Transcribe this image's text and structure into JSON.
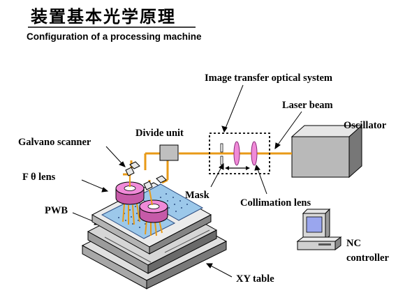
{
  "title_cjk": "装置基本光学原理",
  "subtitle": "Configuration of a processing machine",
  "labels": {
    "image_transfer": "Image transfer optical system",
    "laser_beam": "Laser beam",
    "oscillator": "Oscillator",
    "divide_unit": "Divide unit",
    "galvano_scanner": "Galvano scanner",
    "f_theta_lens": "F θ lens",
    "pwb": "PWB",
    "mask": "Mask",
    "collimation_lens": "Collimation lens",
    "nc": "NC",
    "controller": "controller",
    "xy_table": "XY table"
  },
  "colors": {
    "beam": "#e89a17",
    "lens": "#f08ad8",
    "lens_dark": "#c65aa8",
    "pwb_blue": "#9cc8ea",
    "screen": "#9aa6ee",
    "grey_light": "#dcdcdc",
    "grey_mid": "#a8a8a8",
    "grey_dark": "#6a6a6a"
  }
}
